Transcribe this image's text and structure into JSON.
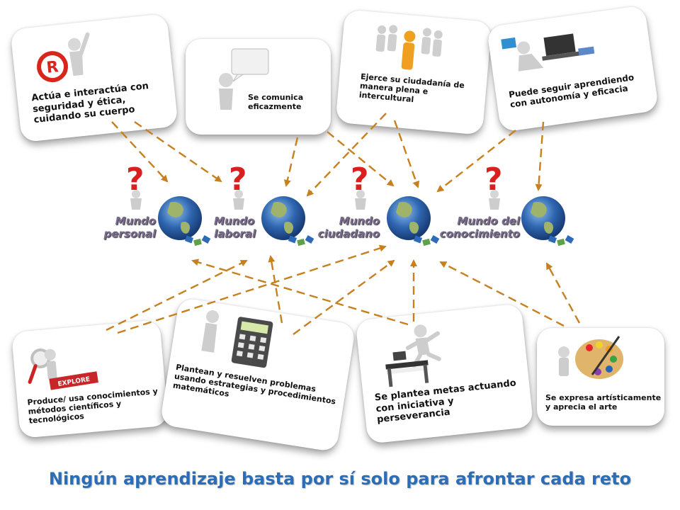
{
  "cards": {
    "seguridad": "Actúa e interactúa con seguridad y ética, cuidando su cuerpo",
    "comunica": "Se comunica eficazmente",
    "ciudadania": "Ejerce su ciudadanía de manera plena e intercultural",
    "aprendiendo": "Puede seguir aprendiendo con autonomía y eficacia",
    "produce": "Produce/ usa conocimientos y métodos científicos y tecnológicos",
    "plantean": "Plantean y resuelven problemas usando estrategias y procedimientos matemáticos",
    "metas": "Se plantea metas actuando con iniciativa y perseverancia",
    "arte": "Se expresa artísticamente y aprecia el arte"
  },
  "worlds": {
    "personal": "Mundo personal",
    "laboral": "Mundo laboral",
    "ciudadano": "Mundo ciudadano",
    "conocimiento": "Mundo del conocimiento"
  },
  "explore_text": "EXPLORE",
  "title": "Ningún aprendizaje basta por sí solo para afrontar cada reto",
  "colors": {
    "arrow": "#c8801e",
    "title": "#2b6db6",
    "question": "#d8211f",
    "globe_ocean": "#2f66b0",
    "puzzle": "#2f6ab8"
  }
}
